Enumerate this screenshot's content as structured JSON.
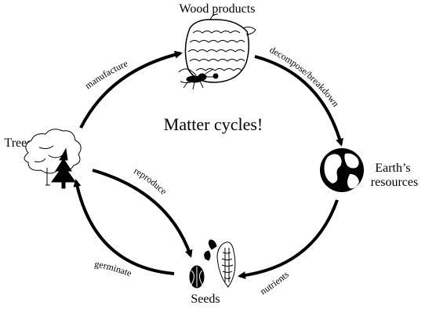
{
  "title": "Matter cycles!",
  "nodes": {
    "wood_products": "Wood products",
    "earth_resources": [
      "Earth’s",
      "resources"
    ],
    "seeds": "Seeds",
    "trees": "Trees"
  },
  "edges": {
    "manufacture": "manufacture",
    "decompose": "decompose/breakdown",
    "nutrients": "nutrients",
    "germinate": "germinate",
    "reproduce": "reproduce"
  },
  "icons": {
    "wood_products": "wood-and-wasp-icon",
    "earth": "globe-icon",
    "seeds": "seeds-and-cone-icon",
    "trees": "trees-icon"
  }
}
